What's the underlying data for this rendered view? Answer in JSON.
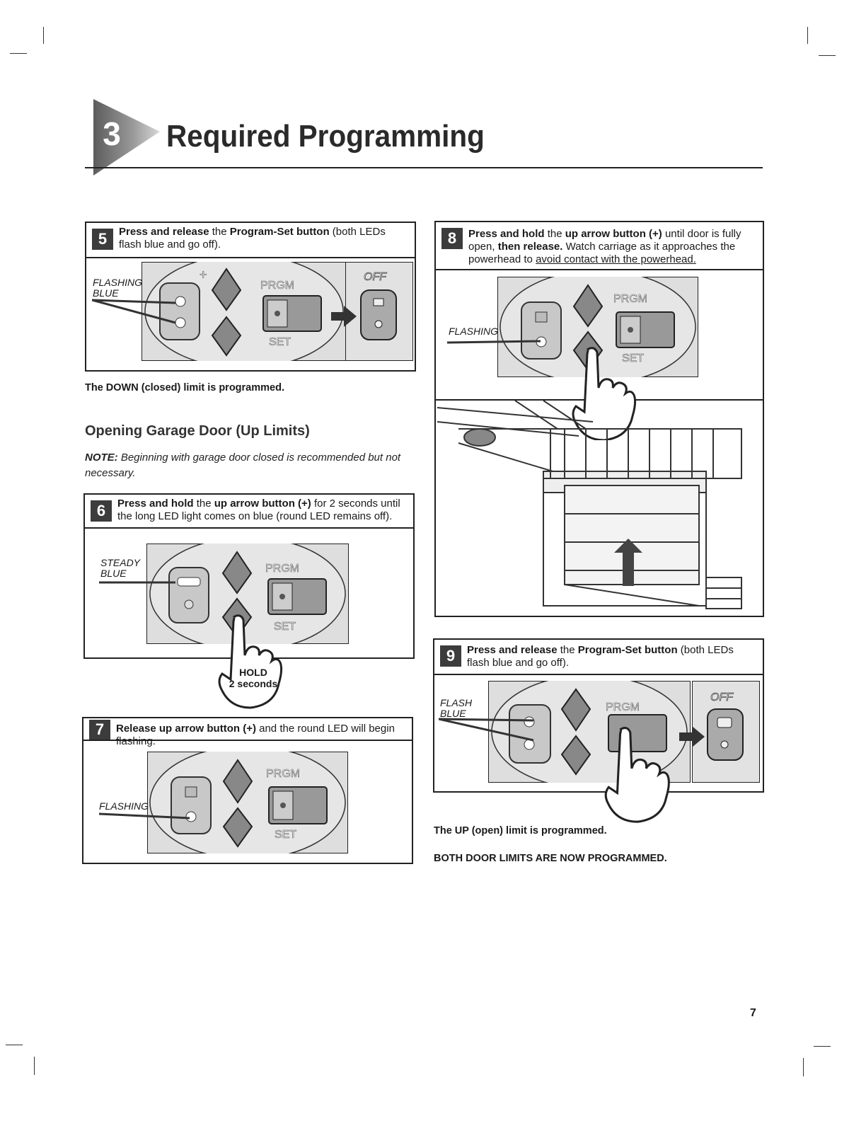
{
  "section": {
    "number": "3",
    "title": "Required Programming"
  },
  "step5": {
    "num": "5",
    "lead_bold": "Press and release",
    "mid": " the ",
    "button_bold": "Program-Set button",
    "rest": " (both LEDs flash blue and go off).",
    "label_line1": "FLASHING",
    "label_line2": "BLUE",
    "plus": "+",
    "minus": "—",
    "prgm": "PRGM",
    "set": "SET",
    "off": "OFF"
  },
  "down_limit": "The DOWN (closed) limit is programmed.",
  "opening_heading": "Opening Garage Door (Up Limits)",
  "note": {
    "prefix": "NOTE:",
    "text": " Beginning with garage door closed is recommended but not necessary."
  },
  "step6": {
    "num": "6",
    "lead_bold": "Press and hold",
    "mid": " the ",
    "button_bold": "up arrow button (+)",
    "rest": " for 2 seconds until the long LED light comes on blue (round LED remains off).",
    "label_line1": "STEADY",
    "label_line2": "BLUE",
    "hold_line1": "HOLD",
    "hold_line2": "2 seconds"
  },
  "step7": {
    "num": "7",
    "lead_bold": "Release up arrow button (+)",
    "rest": " and the round LED will begin flashing.",
    "label": "FLASHING"
  },
  "step8": {
    "num": "8",
    "lead_bold": "Press and hold",
    "mid": " the ",
    "button_bold": "up arrow button (+)",
    "rest1": " until door is fully open, ",
    "then_bold": "then release.",
    "rest2": " Watch carriage as it approaches the powerhead to ",
    "underlined": "avoid contact with the powerhead.",
    "label": "FLASHING"
  },
  "step9": {
    "num": "9",
    "lead_bold": "Press and release",
    "mid": " the ",
    "button_bold": "Program-Set button",
    "rest": " (both LEDs flash blue and go off).",
    "label_line1": "FLASH",
    "label_line2": "BLUE"
  },
  "up_limit": "The UP (open) limit is programmed.",
  "both_limits": "BOTH DOOR LIMITS ARE NOW PROGRAMMED.",
  "page_number": "7"
}
